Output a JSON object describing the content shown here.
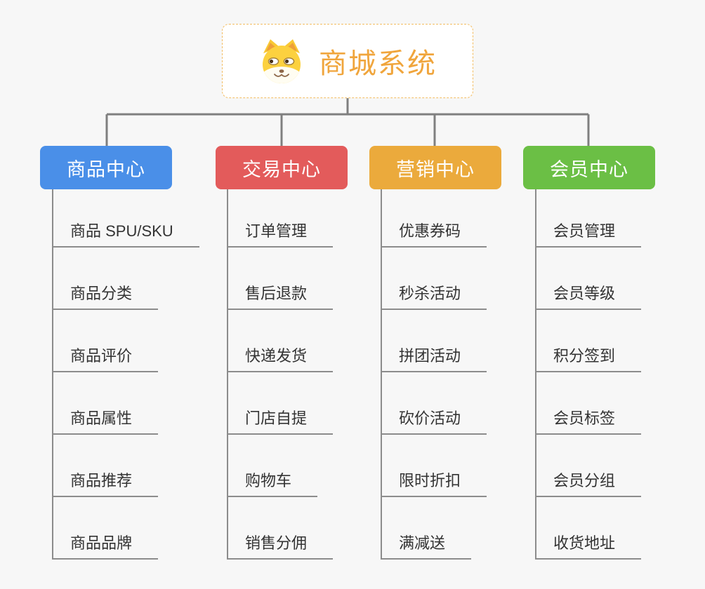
{
  "root": {
    "title": "商城系统",
    "icon": "dog-face-icon"
  },
  "branches": [
    {
      "label": "商品中心",
      "color": "#4a8fe8",
      "children": [
        "商品 SPU/SKU",
        "商品分类",
        "商品评价",
        "商品属性",
        "商品推荐",
        "商品品牌"
      ]
    },
    {
      "label": "交易中心",
      "color": "#e35b5b",
      "children": [
        "订单管理",
        "售后退款",
        "快递发货",
        "门店自提",
        "购物车",
        "销售分佣"
      ]
    },
    {
      "label": "营销中心",
      "color": "#ebaa3c",
      "children": [
        "优惠券码",
        "秒杀活动",
        "拼团活动",
        "砍价活动",
        "限时折扣",
        "满减送"
      ]
    },
    {
      "label": "会员中心",
      "color": "#6bbf45",
      "children": [
        "会员管理",
        "会员等级",
        "积分签到",
        "会员标签",
        "会员分组",
        "收货地址"
      ]
    }
  ],
  "colors": {
    "background": "#f7f7f7",
    "root_accent": "#f0a53c",
    "root_border": "#f3bd62",
    "connector": "#7f7f7f",
    "child_line": "#8c8c8c",
    "child_text": "#333333"
  }
}
